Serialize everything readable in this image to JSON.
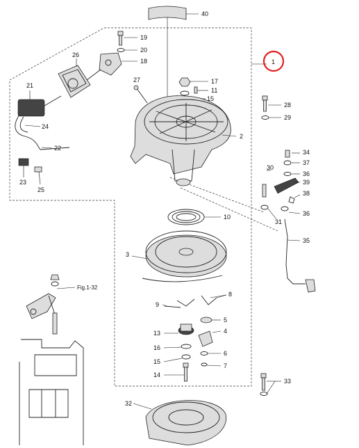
{
  "diagram": {
    "callouts": [
      {
        "id": "c40",
        "text": "40"
      },
      {
        "id": "c19",
        "text": "19"
      },
      {
        "id": "c20",
        "text": "20"
      },
      {
        "id": "c18",
        "text": "18"
      },
      {
        "id": "c26",
        "text": "26"
      },
      {
        "id": "c1",
        "text": "1"
      },
      {
        "id": "c21",
        "text": "21"
      },
      {
        "id": "c27",
        "text": "27"
      },
      {
        "id": "c17",
        "text": "17"
      },
      {
        "id": "c11",
        "text": "11"
      },
      {
        "id": "c15",
        "text": "15"
      },
      {
        "id": "c28",
        "text": "28"
      },
      {
        "id": "c29",
        "text": "29"
      },
      {
        "id": "c24",
        "text": "24"
      },
      {
        "id": "c2",
        "text": "2"
      },
      {
        "id": "c22",
        "text": "22"
      },
      {
        "id": "c34",
        "text": "34"
      },
      {
        "id": "c37",
        "text": "37"
      },
      {
        "id": "c30",
        "text": "30"
      },
      {
        "id": "c36a",
        "text": "36"
      },
      {
        "id": "c39",
        "text": "39"
      },
      {
        "id": "c23",
        "text": "23"
      },
      {
        "id": "c25",
        "text": "25"
      },
      {
        "id": "c38",
        "text": "38"
      },
      {
        "id": "c36b",
        "text": "36"
      },
      {
        "id": "c10",
        "text": "10"
      },
      {
        "id": "c31",
        "text": "31"
      },
      {
        "id": "c35",
        "text": "35"
      },
      {
        "id": "c3",
        "text": "3"
      },
      {
        "id": "cfig",
        "text": "Fig.1-32"
      },
      {
        "id": "c8",
        "text": "8"
      },
      {
        "id": "c9",
        "text": "9"
      },
      {
        "id": "c5",
        "text": "5"
      },
      {
        "id": "c13",
        "text": "13"
      },
      {
        "id": "c4",
        "text": "4"
      },
      {
        "id": "c16",
        "text": "16"
      },
      {
        "id": "c6",
        "text": "6"
      },
      {
        "id": "c15b",
        "text": "15"
      },
      {
        "id": "c7",
        "text": "7"
      },
      {
        "id": "c14",
        "text": "14"
      },
      {
        "id": "c33",
        "text": "33"
      },
      {
        "id": "c32",
        "text": "32"
      }
    ],
    "highlight": {
      "part": "1",
      "color": "#e02020"
    }
  }
}
